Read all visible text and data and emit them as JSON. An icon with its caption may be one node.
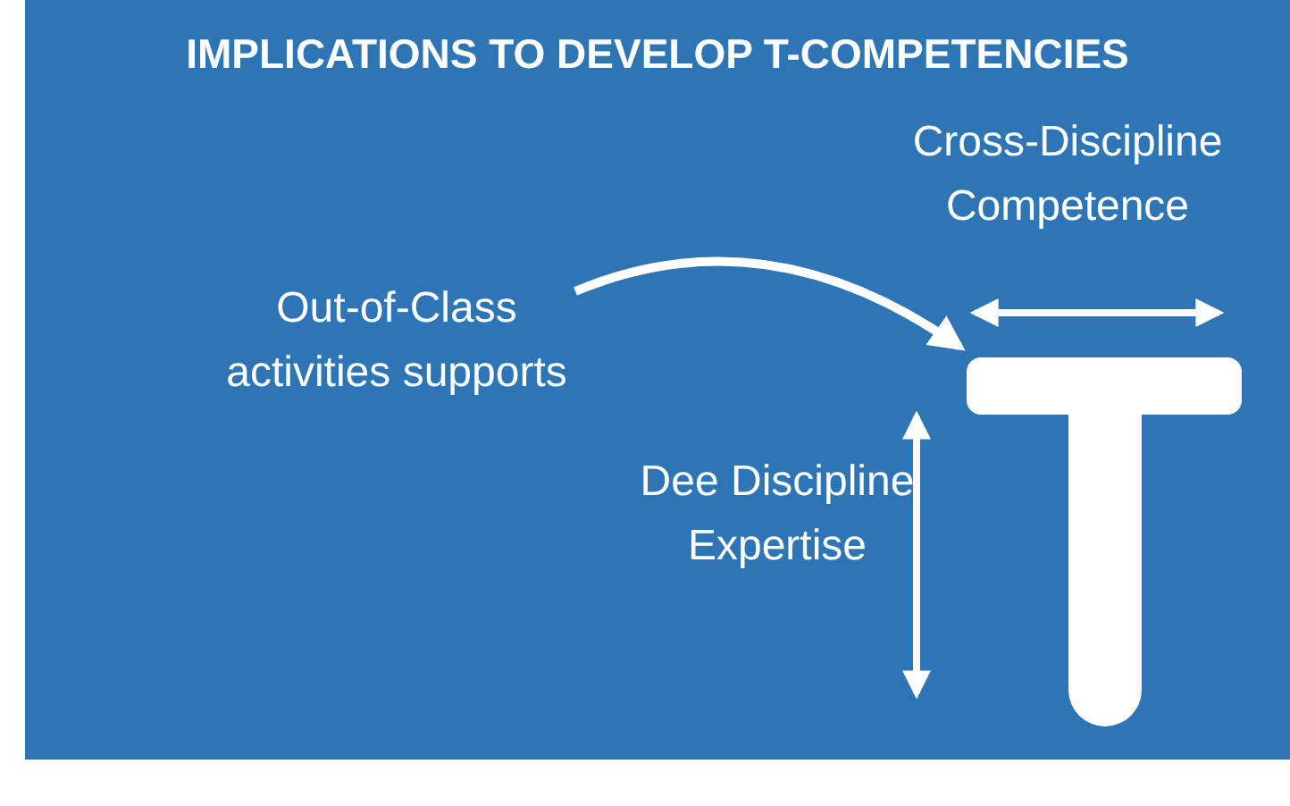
{
  "diagram": {
    "title": "IMPLICATIONS TO DEVELOP T-COMPETENCIES",
    "nodes": [
      {
        "text": [
          "Out-of-Class activities supports"
        ]
      },
      {
        "text": [],
        "shape": "box"
      }
    ],
    "edges": [
      {
        "from": 0,
        "to": 1,
        "arrow": "to"
      }
    ],
    "labels": [
      "Cross-Discipline Competence",
      "Dee Discipline Expertise"
    ]
  }
}
